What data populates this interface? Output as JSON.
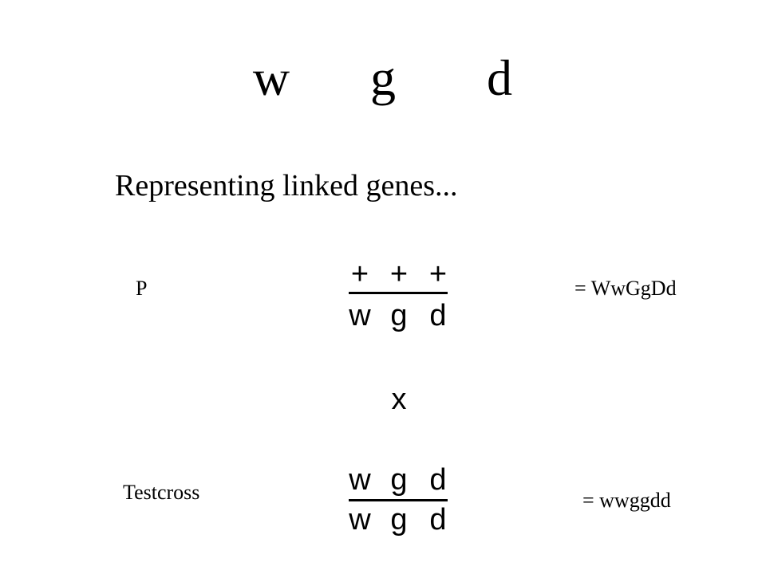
{
  "title": {
    "letters": [
      "w",
      "g",
      "d"
    ]
  },
  "subtitle": "Representing linked genes...",
  "parent": {
    "label": "P",
    "top_alleles": [
      "+",
      "+",
      "+"
    ],
    "bottom_alleles": [
      "w",
      "g",
      "d"
    ],
    "genotype": "= WwGgDd"
  },
  "cross_symbol": "x",
  "testcross": {
    "label": "Testcross",
    "top_alleles": [
      "w",
      "g",
      "d"
    ],
    "bottom_alleles": [
      "w",
      "g",
      "d"
    ],
    "genotype": "= wwggdd"
  }
}
